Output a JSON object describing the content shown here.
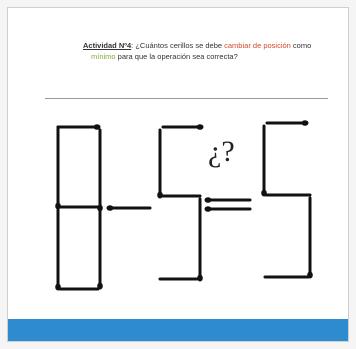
{
  "title": {
    "label": "Actividad Nº4",
    "text_before": ": ¿Cuántos cerillos se debe ",
    "highlight_red": "cambiar de posición",
    "text_after": " como",
    "highlight_green": "mínimo",
    "text_end": " para que la operación sea correcta?"
  },
  "question_mark": "¿?",
  "colors": {
    "stick": "#111111",
    "bottom_bar": "#2e8bd0",
    "highlight_red": "#d04a2a",
    "highlight_green": "#7cae3a"
  }
}
